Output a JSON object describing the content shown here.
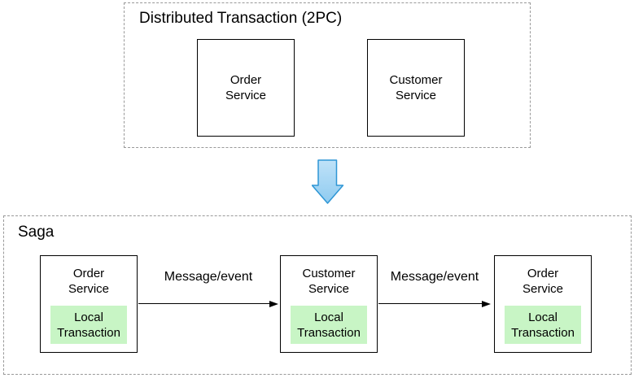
{
  "colors": {
    "text": "#000000",
    "box-border": "#000000",
    "dashed-border": "#999999",
    "green-fill": "#c8f5c5",
    "blue-arrow-stroke": "#2e96d5",
    "blue-arrow-fill-light": "#bfe2f8",
    "blue-arrow-fill-dark": "#8fcbf0"
  },
  "two_pc": {
    "title": "Distributed Transaction (2PC)",
    "nodes": [
      {
        "label": "Order\nService"
      },
      {
        "label": "Customer\nService"
      }
    ]
  },
  "transition": {
    "icon": "down-arrow"
  },
  "saga": {
    "title": "Saga",
    "nodes": [
      {
        "label": "Order\nService",
        "inner": "Local\nTransaction"
      },
      {
        "label": "Customer\nService",
        "inner": "Local\nTransaction"
      },
      {
        "label": "Order\nService",
        "inner": "Local\nTransaction"
      }
    ],
    "arrows": [
      {
        "label": "Message/event"
      },
      {
        "label": "Message/event"
      }
    ]
  }
}
